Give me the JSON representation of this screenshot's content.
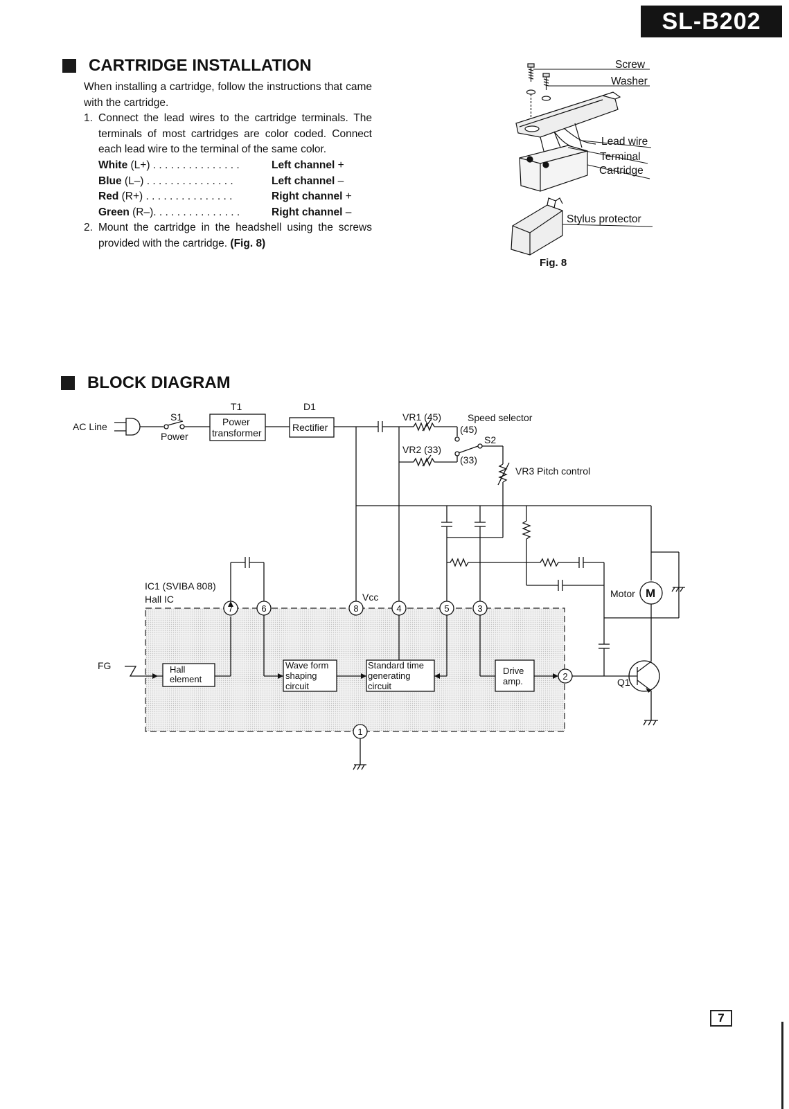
{
  "header": {
    "model": "SL-B202"
  },
  "cartridge": {
    "title": "CARTRIDGE INSTALLATION",
    "intro": "When installing a cartridge, follow the instructions that came with the cartridge.",
    "step1_num": "1.",
    "step1": "Connect the lead wires to the cartridge terminals. The terminals of most cartridges are color coded. Connect each lead wire to the terminal of the same color.",
    "wires": [
      {
        "color": "White",
        "code": "(L+)",
        "dots": " . . . . . . . . . . . . . . .",
        "channel": "Left channel",
        "sign": "+"
      },
      {
        "color": "Blue",
        "code": "(L–)",
        "dots": " . . . . . . . . . . . . . . .",
        "channel": "Left channel",
        "sign": "–"
      },
      {
        "color": "Red",
        "code": "(R+)",
        "dots": " . . . . . . . . . . . . . . .",
        "channel": "Right channel",
        "sign": "+"
      },
      {
        "color": "Green",
        "code": "(R–)",
        "dots": ". . . . . . . . . . . . . . .",
        "channel": "Right channel",
        "sign": "–"
      }
    ],
    "step2_num": "2.",
    "step2": "Mount the cartridge in the headshell using the screws provided with the cartridge.",
    "step2_ref": "(Fig. 8)"
  },
  "figure": {
    "caption": "Fig. 8",
    "labels": {
      "screw": "Screw",
      "washer": "Washer",
      "lead_wire": "Lead wire",
      "terminal": "Terminal",
      "cartridge": "Cartridge",
      "stylus_protector": "Stylus protector"
    }
  },
  "block_diagram": {
    "title": "BLOCK DIAGRAM",
    "labels": {
      "ac_line": "AC Line",
      "s1": "S1",
      "power": "Power",
      "t1": "T1",
      "power_transformer_1": "Power",
      "power_transformer_2": "transformer",
      "d1": "D1",
      "rectifier": "Rectifier",
      "vr1": "VR1 (45)",
      "speed_selector": "Speed selector",
      "pos45": "(45)",
      "s2": "S2",
      "vr2": "VR2 (33)",
      "pos33": "(33)",
      "vr3": "VR3 Pitch control",
      "ic1": "IC1 (SVIBA 808)",
      "hall_ic": "Hall IC",
      "vcc": "Vcc",
      "fg": "FG",
      "hall_1": "Hall",
      "hall_2": "element",
      "wave_1": "Wave form",
      "wave_2": "shaping",
      "wave_3": "circuit",
      "std_1": "Standard time",
      "std_2": "generating",
      "std_3": "circuit",
      "drive_1": "Drive",
      "drive_2": "amp.",
      "motor": "Motor",
      "motor_symbol": "M",
      "q1": "Q1",
      "pin1": "1",
      "pin2": "2",
      "pin3": "3",
      "pin4": "4",
      "pin5": "5",
      "pin6": "6",
      "pin7": "7",
      "pin8": "8"
    }
  },
  "footer": {
    "page": "7"
  }
}
